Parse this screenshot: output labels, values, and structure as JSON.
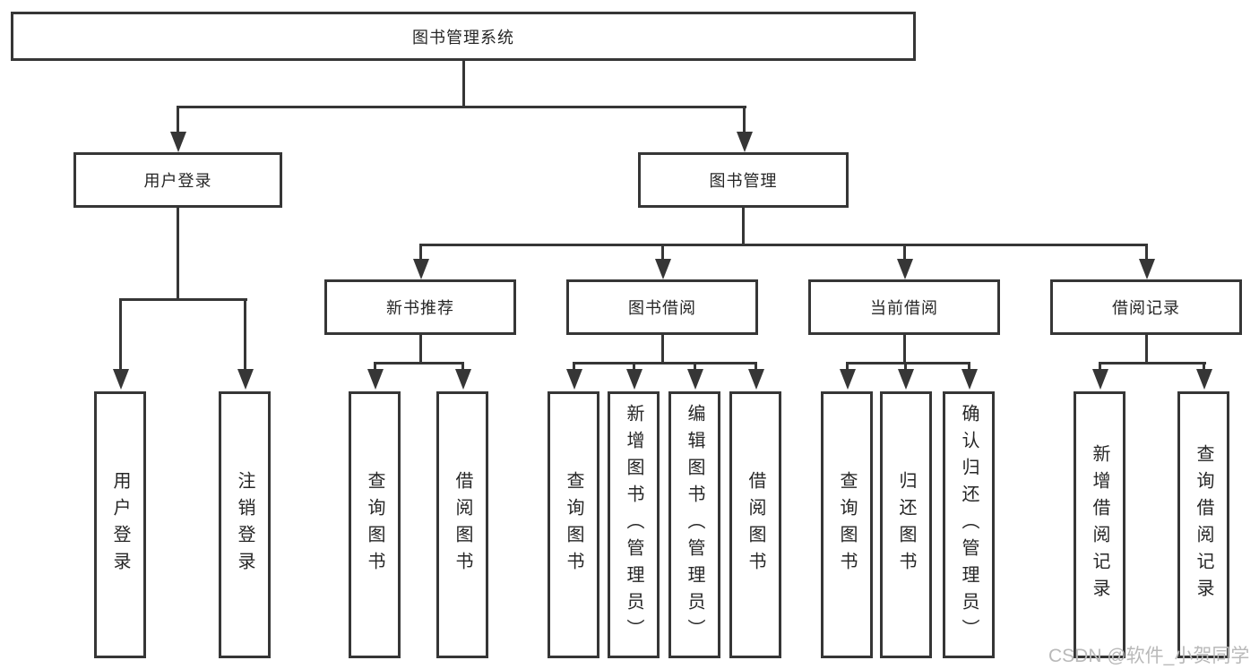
{
  "colors": {
    "line": "#363636",
    "text": "#262626",
    "background": "#ffffff",
    "watermark": "#b9b9b9"
  },
  "diagram": {
    "root": {
      "label": "图书管理系统"
    },
    "level1": [
      {
        "label": "用户登录"
      },
      {
        "label": "图书管理"
      }
    ],
    "level2": [
      {
        "label": "新书推荐",
        "parent": "图书管理"
      },
      {
        "label": "图书借阅",
        "parent": "图书管理"
      },
      {
        "label": "当前借阅",
        "parent": "图书管理"
      },
      {
        "label": "借阅记录",
        "parent": "图书管理"
      }
    ],
    "leaves": [
      {
        "label": "用户登录",
        "parent": "用户登录"
      },
      {
        "label": "注销登录",
        "parent": "用户登录"
      },
      {
        "label": "查询图书",
        "parent": "新书推荐"
      },
      {
        "label": "借阅图书",
        "parent": "新书推荐"
      },
      {
        "label": "查询图书",
        "parent": "图书借阅"
      },
      {
        "label": "新增图书（管理员）",
        "parent": "图书借阅"
      },
      {
        "label": "编辑图书（管理员）",
        "parent": "图书借阅"
      },
      {
        "label": "借阅图书",
        "parent": "图书借阅"
      },
      {
        "label": "查询图书",
        "parent": "当前借阅"
      },
      {
        "label": "归还图书",
        "parent": "当前借阅"
      },
      {
        "label": "确认归还（管理员）",
        "parent": "当前借阅"
      },
      {
        "label": "新增借阅记录",
        "parent": "借阅记录"
      },
      {
        "label": "查询借阅记录",
        "parent": "借阅记录"
      }
    ]
  },
  "watermark": {
    "text": "CSDN @软件_小贺同学"
  }
}
